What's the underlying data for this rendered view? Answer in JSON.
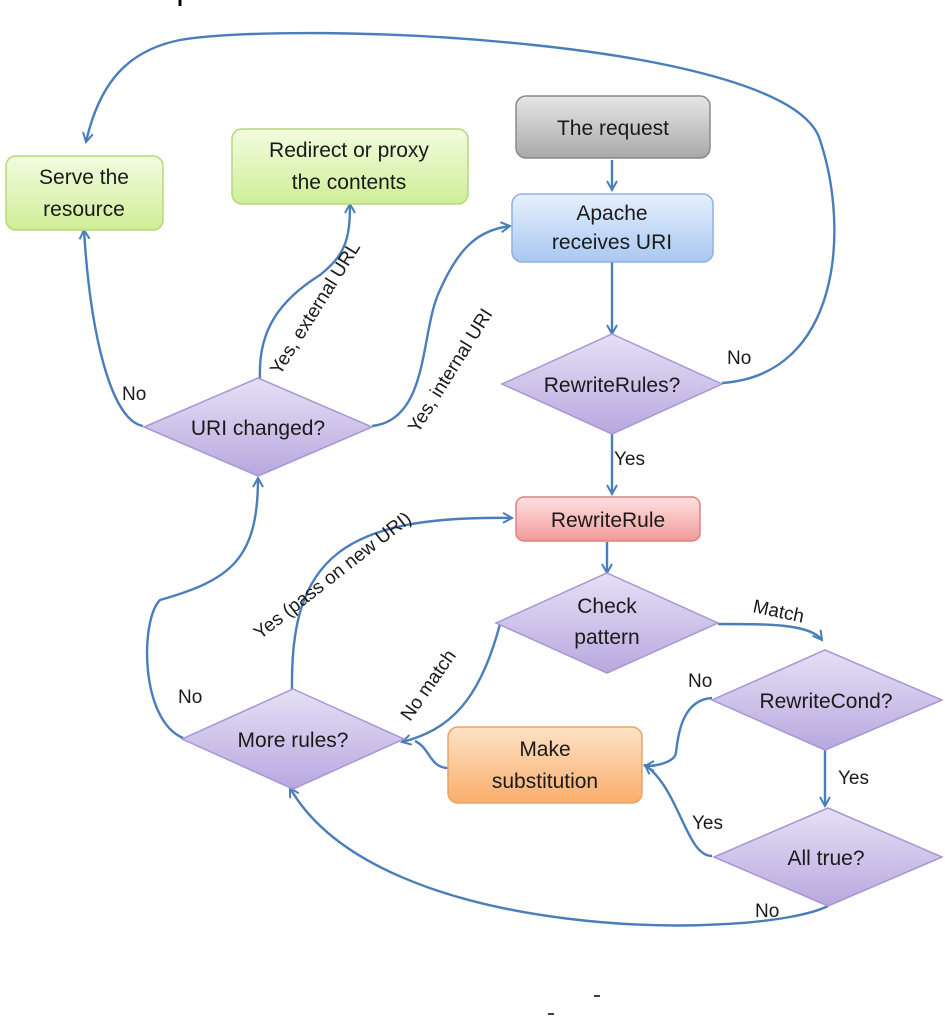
{
  "nodes": {
    "request": "The request",
    "apache_line1": "Apache",
    "apache_line2": "receives URI",
    "rewriterules_q": "RewriteRules?",
    "rewriterule": "RewriteRule",
    "check_line1": "Check",
    "check_line2": "pattern",
    "rewritecond_q": "RewriteCond?",
    "alltrue_q": "All true?",
    "make_line1": "Make",
    "make_line2": "substitution",
    "morerules_q": "More rules?",
    "urichanged_q": "URI changed?",
    "serve_line1": "Serve the",
    "serve_line2": "resource",
    "redirect_line1": "Redirect or proxy",
    "redirect_line2": "the contents"
  },
  "edges": {
    "rewriterules_no": "No",
    "rewriterules_yes": "Yes",
    "match": "Match",
    "no_match": "No match",
    "rewritecond_no": "No",
    "rewritecond_yes": "Yes",
    "alltrue_yes": "Yes",
    "alltrue_no": "No",
    "morerules_yes": "Yes (pass on new URI)",
    "morerules_no": "No",
    "urichanged_no": "No",
    "yes_external": "Yes, external URL",
    "yes_internal": "Yes, internal URI"
  },
  "colors": {
    "edge": "#4a7ebb",
    "gray_node": "#bfbfbf",
    "blue_node": "#c6dcf7",
    "red_node": "#f7b3b3",
    "purple_node": "#ccc1e6",
    "orange_node": "#fbc897",
    "green_node": "#dff5b8"
  }
}
